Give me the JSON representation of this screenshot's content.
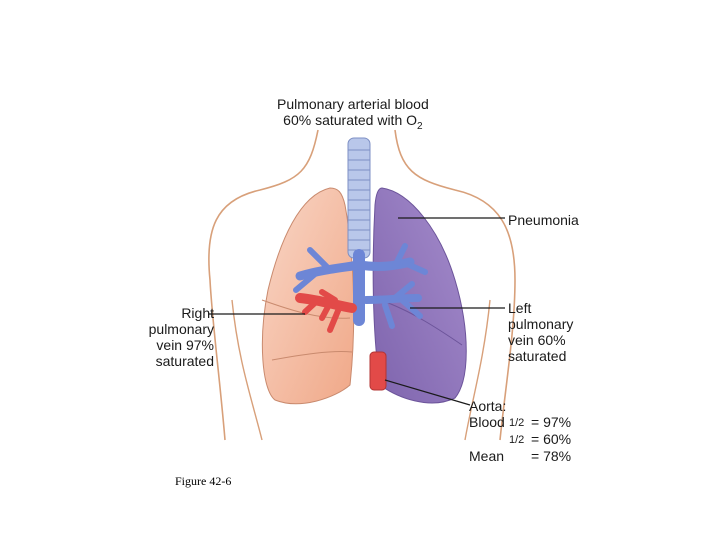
{
  "labels": {
    "pulmonary_arterial": {
      "line1": "Pulmonary arterial blood",
      "line2": "60% saturated with O",
      "line2_sub": "2"
    },
    "pneumonia": "Pneumonia",
    "right_vein": [
      "Right",
      "pulmonary",
      "vein 97%",
      "saturated"
    ],
    "left_vein": [
      "Left",
      "pulmonary",
      "vein 60%",
      "saturated"
    ],
    "aorta": {
      "title": "Aorta:",
      "row1_label": "Blood",
      "row1_frac": "1/2",
      "row1_value": "= 97%",
      "row2_frac": "1/2",
      "row2_value": "= 60%",
      "row3_label": "Mean",
      "row3_value": "= 78%"
    }
  },
  "caption": "Figure 42-6",
  "colors": {
    "right_lung": "#f4b79a",
    "left_lung": "#8d72b8",
    "vessels_blue": "#6d86d6",
    "vessels_red": "#e24a48",
    "body_outline": "#d8a07a",
    "trachea": "#b9c7ea"
  }
}
